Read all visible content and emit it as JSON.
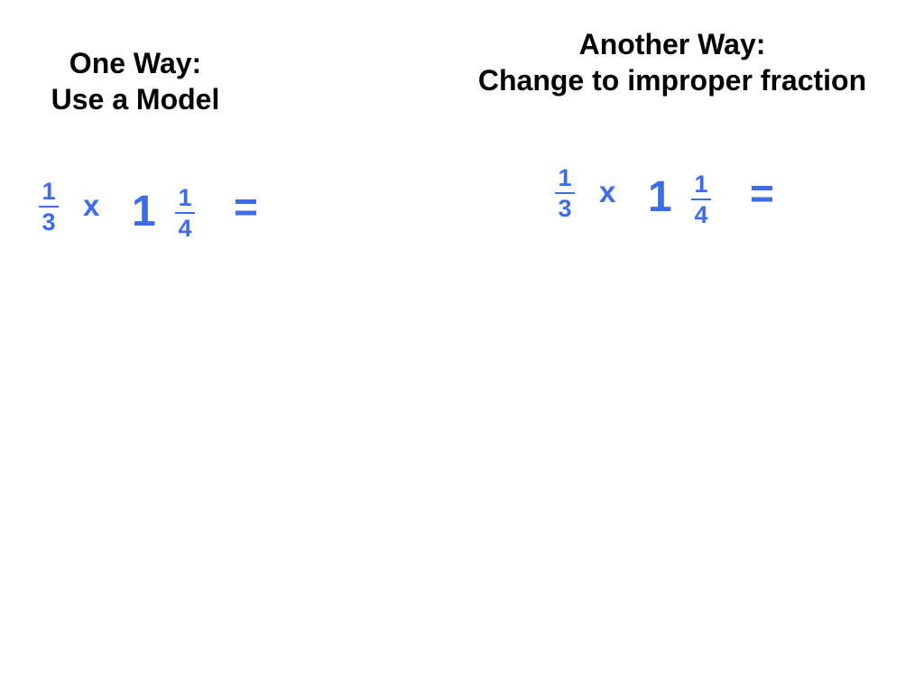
{
  "left": {
    "heading_line1": "One Way:",
    "heading_line2": "Use a Model",
    "fraction1": {
      "numerator": "1",
      "denominator": "3"
    },
    "operator": "x",
    "whole": "1",
    "fraction2": {
      "numerator": "1",
      "denominator": "4"
    },
    "equals": "="
  },
  "right": {
    "heading_line1": "Another Way:",
    "heading_line2": "Change to improper fraction",
    "fraction1": {
      "numerator": "1",
      "denominator": "3"
    },
    "operator": "x",
    "whole": "1",
    "fraction2": {
      "numerator": "1",
      "denominator": "4"
    },
    "equals": "="
  },
  "colors": {
    "heading": "#000000",
    "math": "#3b6cf0",
    "background": "#ffffff"
  }
}
